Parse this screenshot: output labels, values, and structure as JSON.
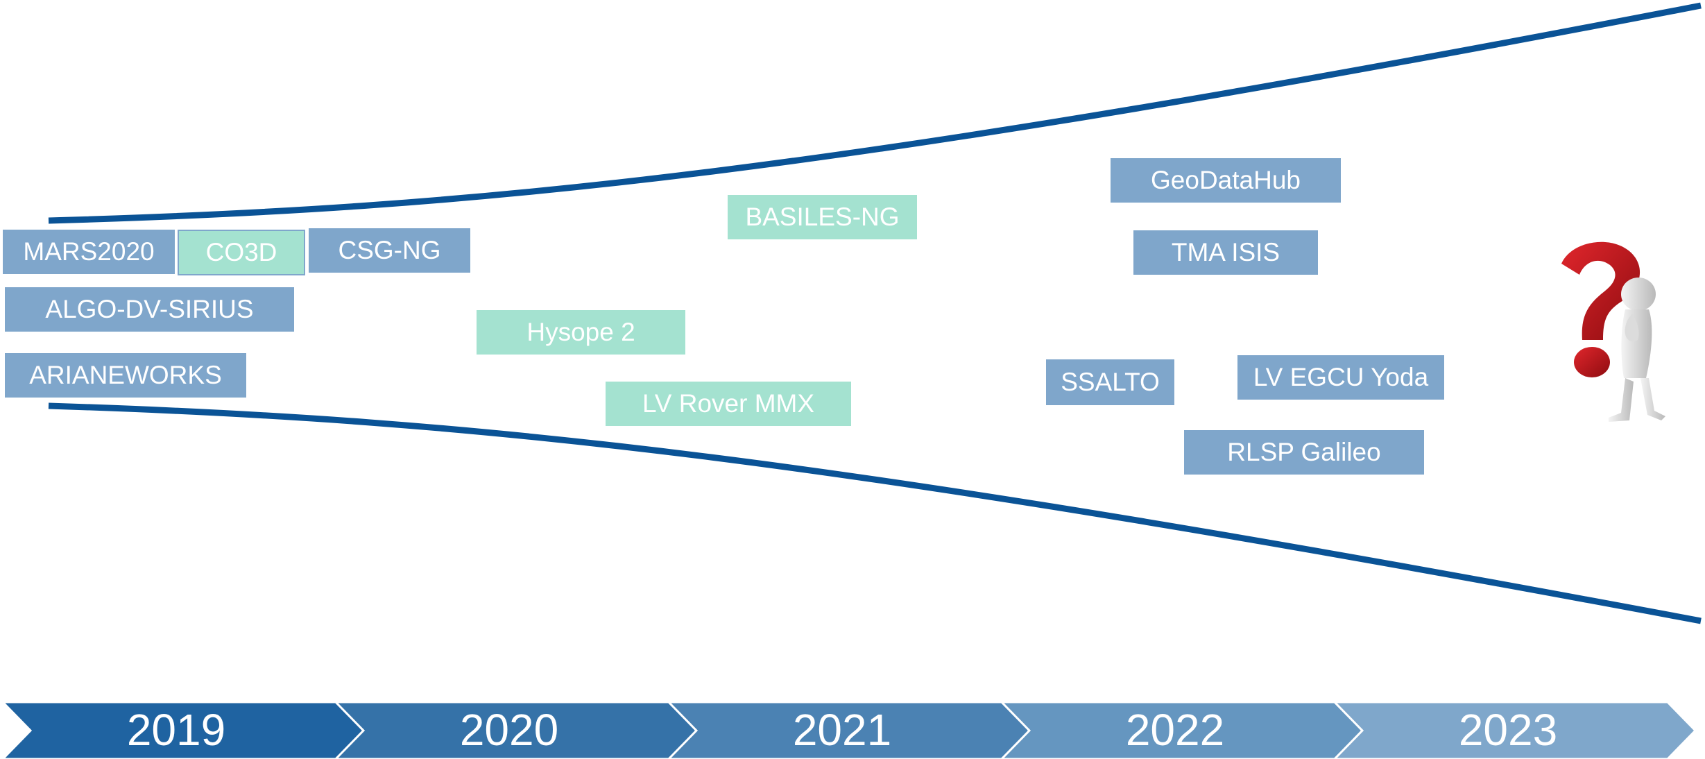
{
  "projects": {
    "mars2020": "MARS2020",
    "co3d": "CO3D",
    "csg_ng": "CSG-NG",
    "algo_dv_sirius": "ALGO-DV-SIRIUS",
    "arianeworks": "ARIANEWORKS",
    "hysope_2": "Hysope 2",
    "lv_rover_mmx": "LV Rover MMX",
    "basiles_ng": "BASILES-NG",
    "geodatahub": "GeoDataHub",
    "tma_isis": "TMA ISIS",
    "ssalto": "SSALTO",
    "lv_egcu_yoda": "LV EGCU Yoda",
    "rlsp_galileo": "RLSP Galileo"
  },
  "timeline": {
    "years": [
      "2019",
      "2020",
      "2021",
      "2022",
      "2023"
    ]
  },
  "colors": {
    "funnel_line": "#0a5396",
    "tag_blue": "#7fa6cb",
    "tag_green": "#a4e2d0",
    "year_shades": [
      "#1f63a1",
      "#3572a8",
      "#4b82b3",
      "#6596c0",
      "#7fa7cb"
    ],
    "question_mark": "#c8141b"
  },
  "icons": {
    "thinker": "figure-with-question-mark-icon"
  }
}
